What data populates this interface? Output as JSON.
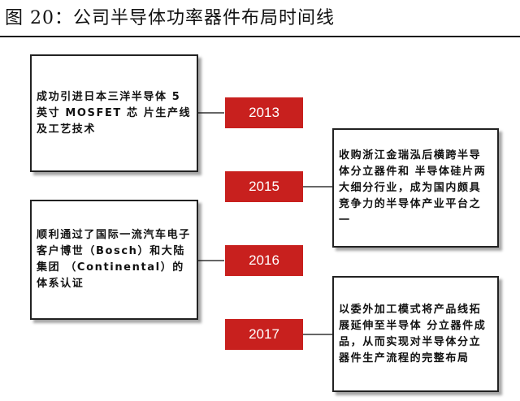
{
  "title": "图 20：公司半导体功率器件布局时间线",
  "timeline": [
    {
      "year": "2013",
      "text": "成功引进日本三洋半导体 5 英寸 MOSFET 芯 片生产线及工艺技术"
    },
    {
      "year": "2015",
      "text": "收购浙江金瑞泓后横跨半导体分立器件和 半导体硅片两大细分行业，成为国内颇具竞争力的半导体产业平台之一"
    },
    {
      "year": "2016",
      "text": "顺利通过了国际一流汽车电子客户博世（Bosch）和大陆集团 （Continental）的体系认证"
    },
    {
      "year": "2017",
      "text": "以委外加工模式将产品线拓展延伸至半导体 分立器件成品，从而实现对半导体分立器件生产流程的完整布局"
    }
  ],
  "colors": {
    "year_fill": "#c8201e",
    "border": "#222222",
    "text": "#111111"
  }
}
